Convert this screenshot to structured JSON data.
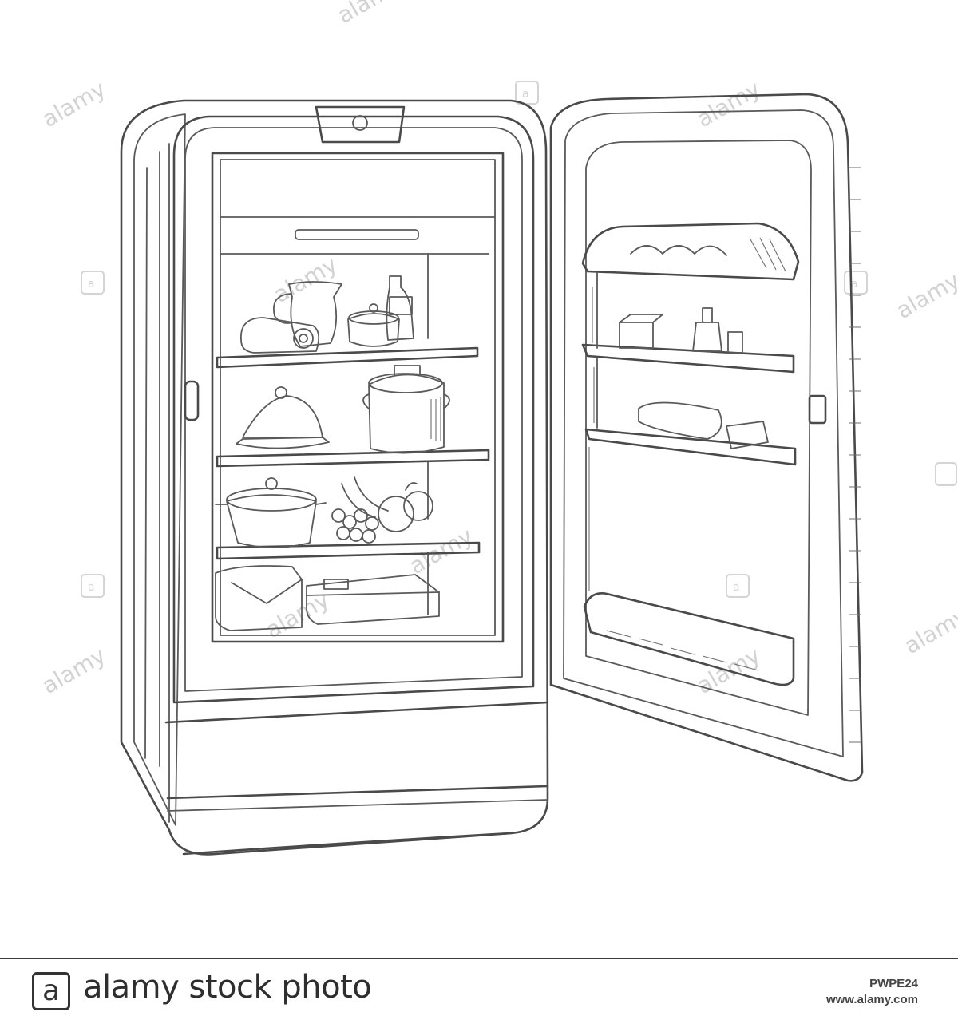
{
  "illustration": {
    "subject": "open-refrigerator-sketch",
    "watermark": "alamy",
    "watermark_mark": "a"
  },
  "footer": {
    "logo_glyph": "a",
    "brand": "alamy stock photo",
    "image_id": "PWPE24",
    "site": "www.alamy.com"
  },
  "colors": {
    "line": "#4a4a4a",
    "background": "#ffffff",
    "watermark": "#d2d2d2"
  }
}
